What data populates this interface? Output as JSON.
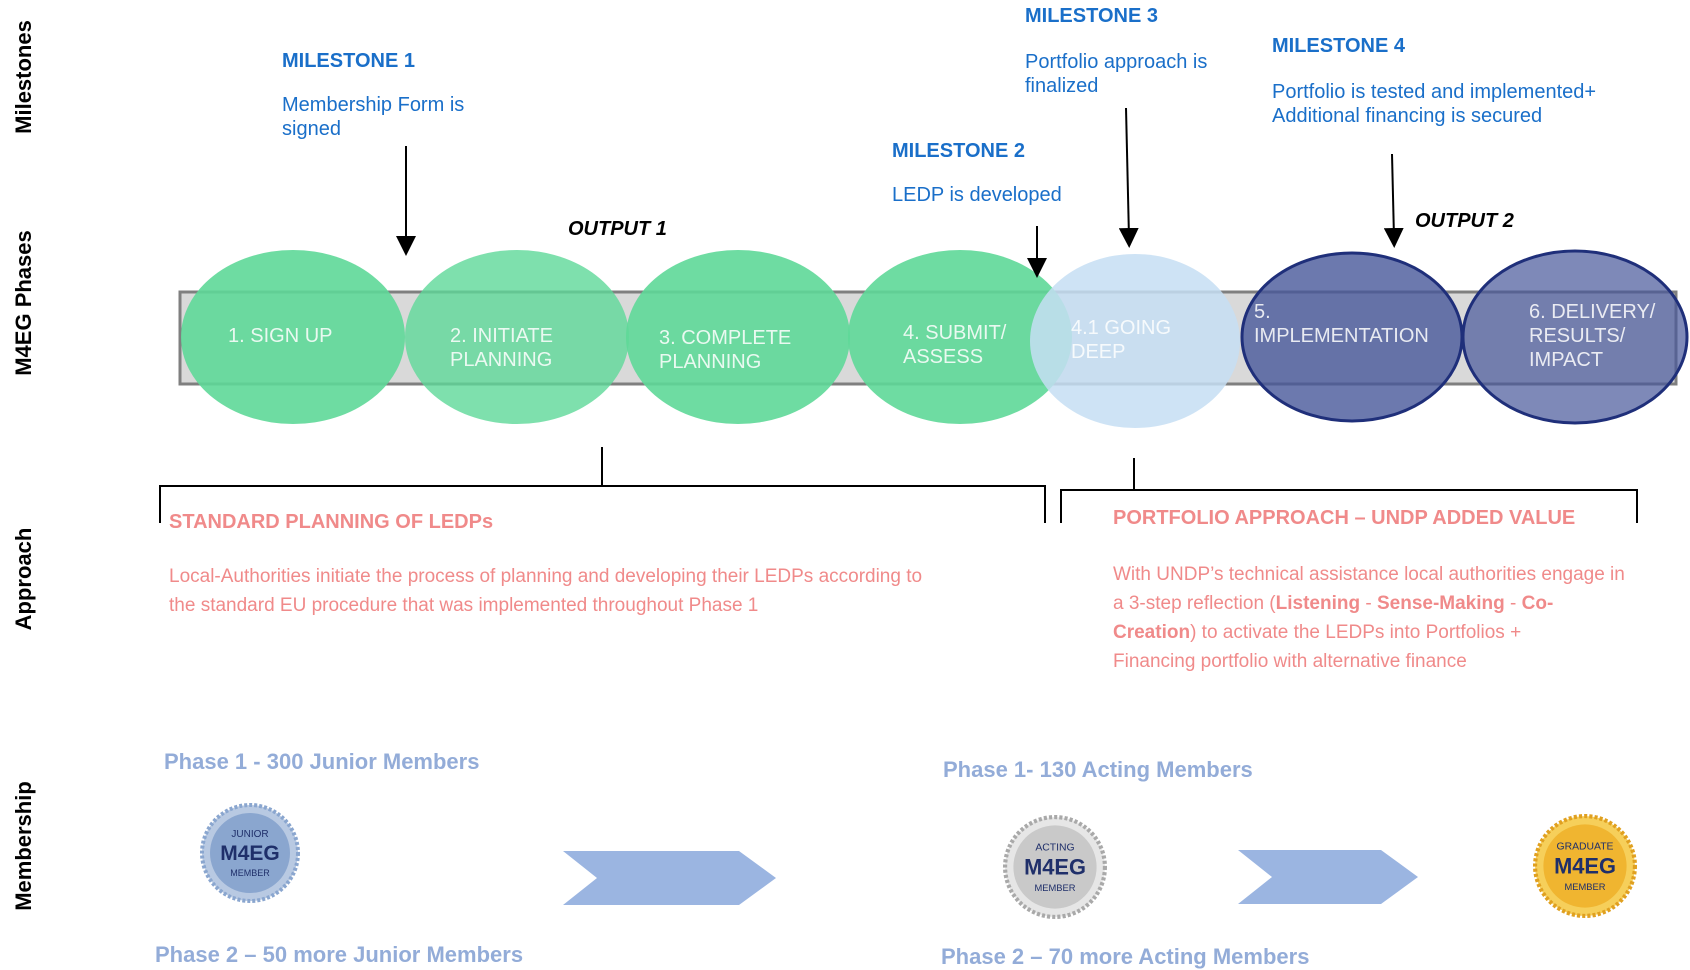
{
  "row_labels": {
    "milestones": "Milestones",
    "phases": "M4EG Phases",
    "approach": "Approach",
    "membership": "Membership"
  },
  "milestones": [
    {
      "title": "MILESTONE 1",
      "text_lines": [
        "Membership Form is",
        "signed"
      ]
    },
    {
      "title": "MILESTONE 2",
      "text_lines": [
        "LEDP is developed"
      ]
    },
    {
      "title": "MILESTONE 3",
      "text_lines": [
        "Portfolio approach is",
        "finalized"
      ]
    },
    {
      "title": "MILESTONE 4",
      "text_lines": [
        "Portfolio is tested and implemented+",
        "Additional financing is secured"
      ]
    }
  ],
  "outputs": {
    "output1": "OUTPUT 1",
    "output2": "OUTPUT 2"
  },
  "phases": [
    {
      "lines": [
        "1. SIGN UP"
      ],
      "color": "#5ed898"
    },
    {
      "lines": [
        "2. INITIATE",
        "PLANNING"
      ],
      "color": "#5ed898"
    },
    {
      "lines": [
        "3. COMPLETE",
        "PLANNING"
      ],
      "color": "#5ed898"
    },
    {
      "lines": [
        "4. SUBMIT/",
        "ASSESS"
      ],
      "color": "#5ed898"
    },
    {
      "lines": [
        "4.1 GOING",
        "DEEP"
      ],
      "color": "#c5def3"
    },
    {
      "lines": [
        "5.",
        "IMPLEMENTATION"
      ],
      "color": "#6a78a8"
    },
    {
      "lines": [
        "6. DELIVERY/",
        "RESULTS/",
        "IMPACT"
      ],
      "color": "#6a78a8"
    }
  ],
  "approach": {
    "standard": {
      "title": "STANDARD PLANNING OF LEDPs",
      "lines": [
        "Local-Authorities initiate the process of planning and developing their LEDPs according to",
        "the standard EU procedure that was implemented throughout Phase 1"
      ]
    },
    "portfolio": {
      "title": "PORTFOLIO APPROACH – UNDP ADDED VALUE",
      "line1": "With UNDP’s technical assistance local authorities engage in",
      "line2_pre": "a 3-step reflection (",
      "line2_b1": "Listening",
      "line2_sep1": " - ",
      "line2_b2": "Sense-Making",
      "line2_sep2": " - ",
      "line2_b3": "Co-",
      "line3_b": "Creation",
      "line3_rest": ")  to activate the LEDPs into Portfolios +",
      "line4": "Financing portfolio with alternative finance"
    }
  },
  "membership": {
    "left_phase1": "Phase 1 - 300 Junior Members",
    "left_phase2": "Phase 2 – 50 more Junior Members",
    "right_phase1": "Phase 1- 130 Acting Members",
    "right_phase2": "Phase 2 – 70 more Acting Members",
    "badges": [
      {
        "top": "JUNIOR",
        "mid": "M4EG",
        "bot": "MEMBER",
        "color": "#8aa6cf"
      },
      {
        "top": "ACTING",
        "mid": "M4EG",
        "bot": "MEMBER",
        "color": "#c9c9c9"
      },
      {
        "top": "GRADUATE",
        "mid": "M4EG",
        "bot": "MEMBER",
        "color": "#f0b530"
      }
    ]
  }
}
